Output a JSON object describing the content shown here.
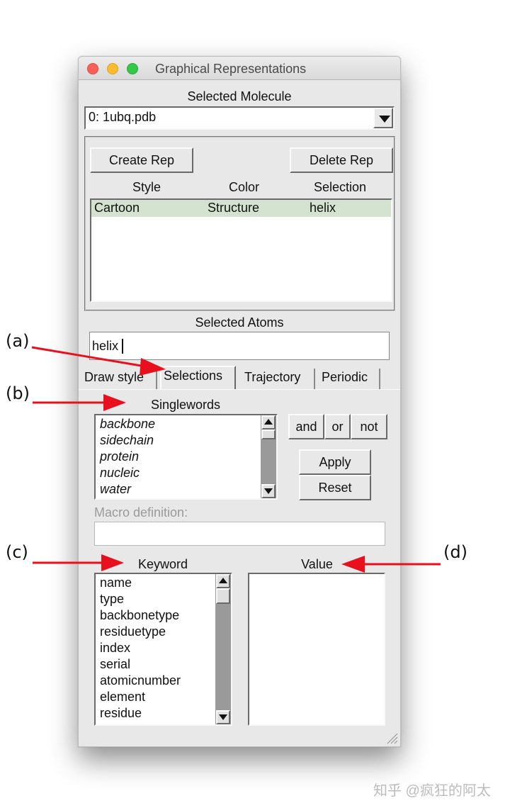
{
  "window": {
    "title": "Graphical Representations",
    "selected_molecule_label": "Selected Molecule",
    "selected_molecule_value": "0: 1ubq.pdb",
    "create_rep": "Create Rep",
    "delete_rep": "Delete Rep",
    "rep_columns": [
      "Style",
      "Color",
      "Selection"
    ],
    "rep_rows": [
      {
        "style": "Cartoon",
        "color": "Structure",
        "selection": "helix"
      }
    ],
    "selected_atoms_label": "Selected Atoms",
    "selected_atoms_value": "helix",
    "tabs": [
      "Draw style",
      "Selections",
      "Trajectory",
      "Periodic"
    ],
    "active_tab": "Selections",
    "singlewords_label": "Singlewords",
    "singlewords": [
      "backbone",
      "sidechain",
      "protein",
      "nucleic",
      "water"
    ],
    "op_and": "and",
    "op_or": "or",
    "op_not": "not",
    "apply": "Apply",
    "reset": "Reset",
    "macro_label": "Macro definition:",
    "keyword_label": "Keyword",
    "value_label": "Value",
    "keywords": [
      "name",
      "type",
      "backbonetype",
      "residuetype",
      "index",
      "serial",
      "atomicnumber",
      "element",
      "residue"
    ]
  },
  "annotations": {
    "a": "(a)",
    "b": "(b)",
    "c": "(c)",
    "d": "(d)",
    "arrow_color": "#e8101c"
  },
  "watermark": "知乎 @疯狂的阿太"
}
